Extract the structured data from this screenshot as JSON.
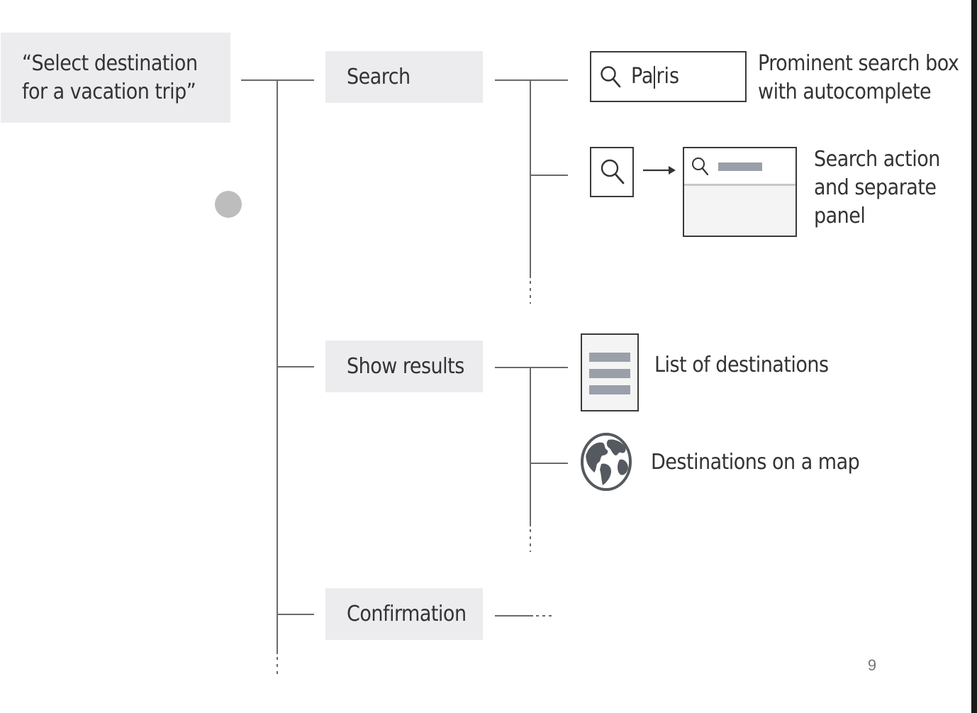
{
  "goal": {
    "text": "“Select destination\nfor a vacation trip”"
  },
  "steps": [
    {
      "label": "Search"
    },
    {
      "label": "Show results"
    },
    {
      "label": "Confirmation"
    }
  ],
  "search_options": {
    "search_box": {
      "value_before_cursor": "Pa",
      "value_after_cursor": "ris",
      "description": "Prominent search box\nwith autocomplete"
    },
    "search_panel": {
      "description": "Search action\nand separate\npanel"
    }
  },
  "result_options": {
    "list": {
      "description": "List of destinations"
    },
    "map": {
      "description": "Destinations on a map"
    }
  },
  "icons": [
    "search-icon",
    "arrow-right-icon",
    "list-icon",
    "globe-icon"
  ],
  "colors": {
    "box_fill": "#ececef",
    "line": "#6a6a6a",
    "text": "#333333",
    "marker": "#bdbdbd"
  },
  "page_number": "9"
}
